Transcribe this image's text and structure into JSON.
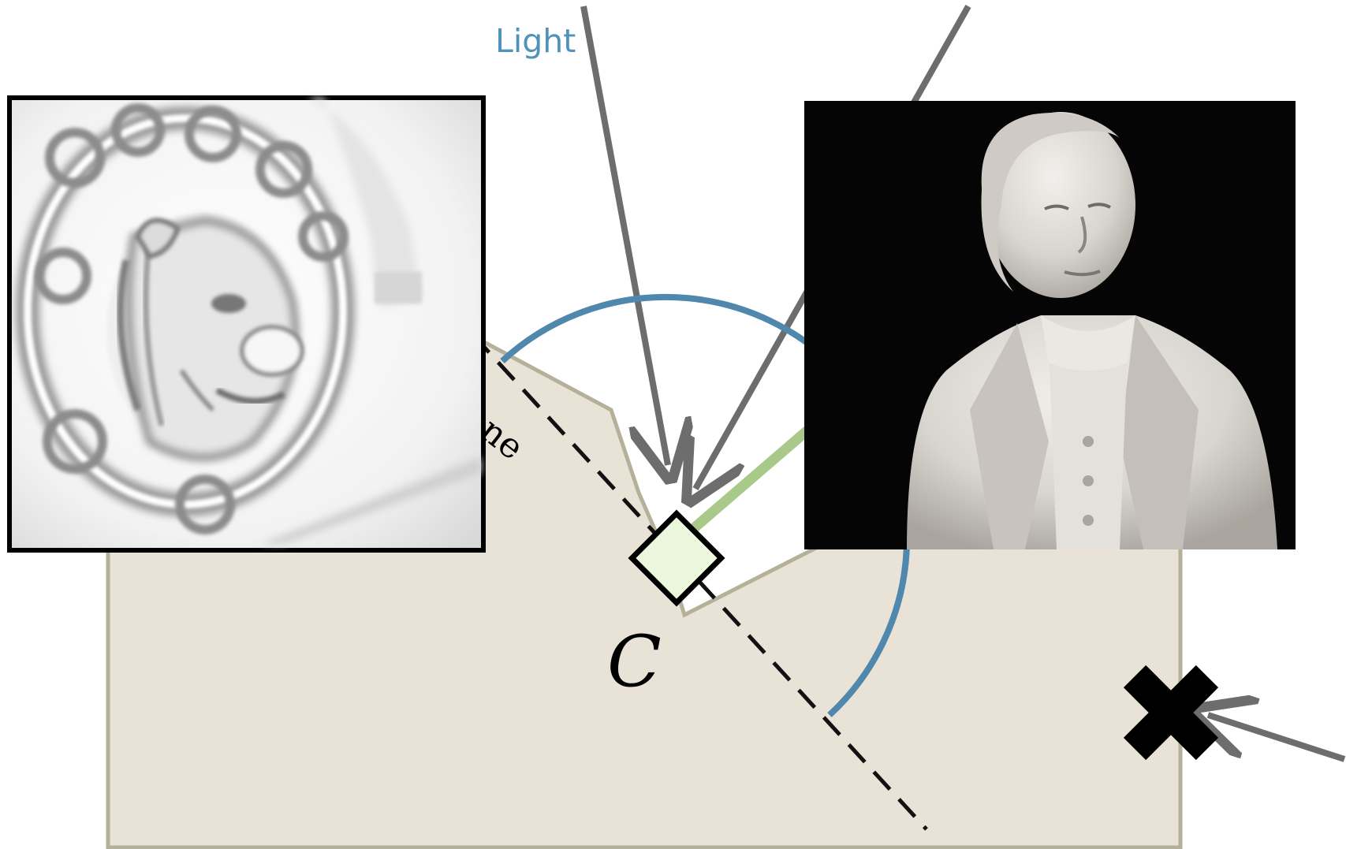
{
  "labels": {
    "light": "Light",
    "point": "C",
    "plane_fragment": "ne"
  },
  "insets": {
    "left": {
      "name": "lion-relief-ambient-occlusion-render",
      "description_icon": "lion-relief-icon"
    },
    "right": {
      "name": "statue-photograph",
      "description_icon": "statue-bust-icon"
    }
  },
  "colors": {
    "surface_fill": "#e8e3d6",
    "surface_stroke": "#b5b09a",
    "arc": "#4f87ad",
    "ray": "#6d6d6d",
    "normal": "#a9c98a",
    "point_fill": "#eaf7dc",
    "light_label": "#4f93b9",
    "marker": "#000000"
  }
}
